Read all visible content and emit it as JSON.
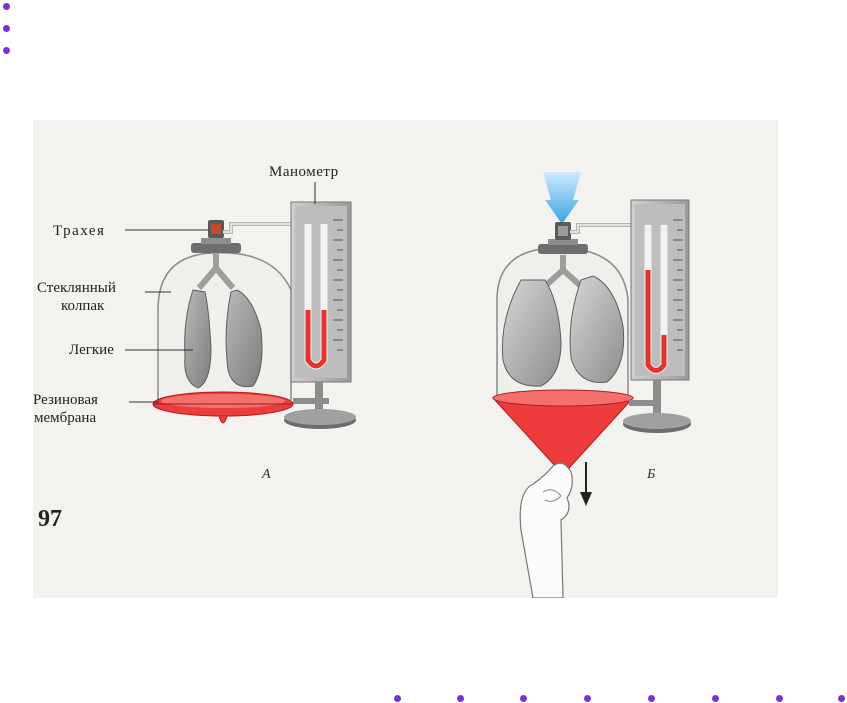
{
  "colors": {
    "bullet": "#7b2fd6",
    "membrane": "#ee3b3b",
    "liquid": "#e3342f",
    "arrow_in": "#5bb8ee",
    "figure_bg": "#f3f2ee"
  },
  "labels": {
    "trachea": "Трахея",
    "glass_bell_line1": "Стеклянный",
    "glass_bell_line2": "колпак",
    "lungs": "Легкие",
    "membrane_line1": "Резиновая",
    "membrane_line2": "мембрана",
    "manometer": "Манометр"
  },
  "captions": {
    "a": "А",
    "b": "Б"
  },
  "figure_number": "97"
}
